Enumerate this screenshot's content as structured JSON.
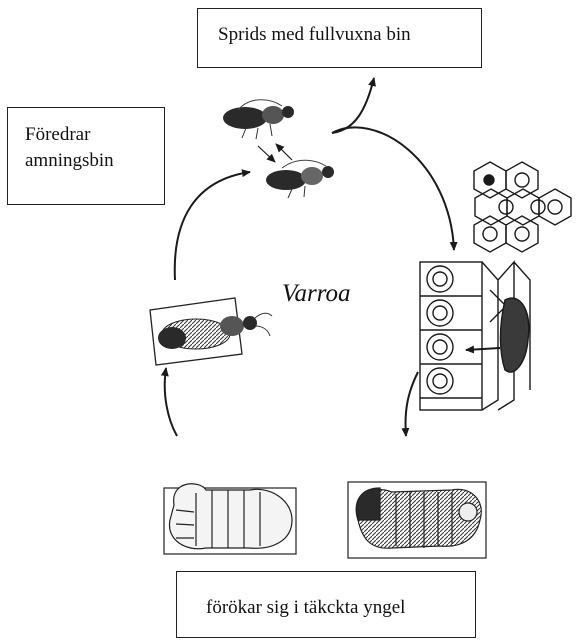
{
  "labels": {
    "spread": "Sprids med fullvuxna bin",
    "prefers": "Föredrar\namningsbin",
    "center": "Varroa",
    "reproduces": "förökar sig i täkckta yngel"
  },
  "colors": {
    "ink": "#1a1a1a",
    "body": "#2a2a2a",
    "mid": "#8a8a8a",
    "light": "#d8d8d8"
  }
}
